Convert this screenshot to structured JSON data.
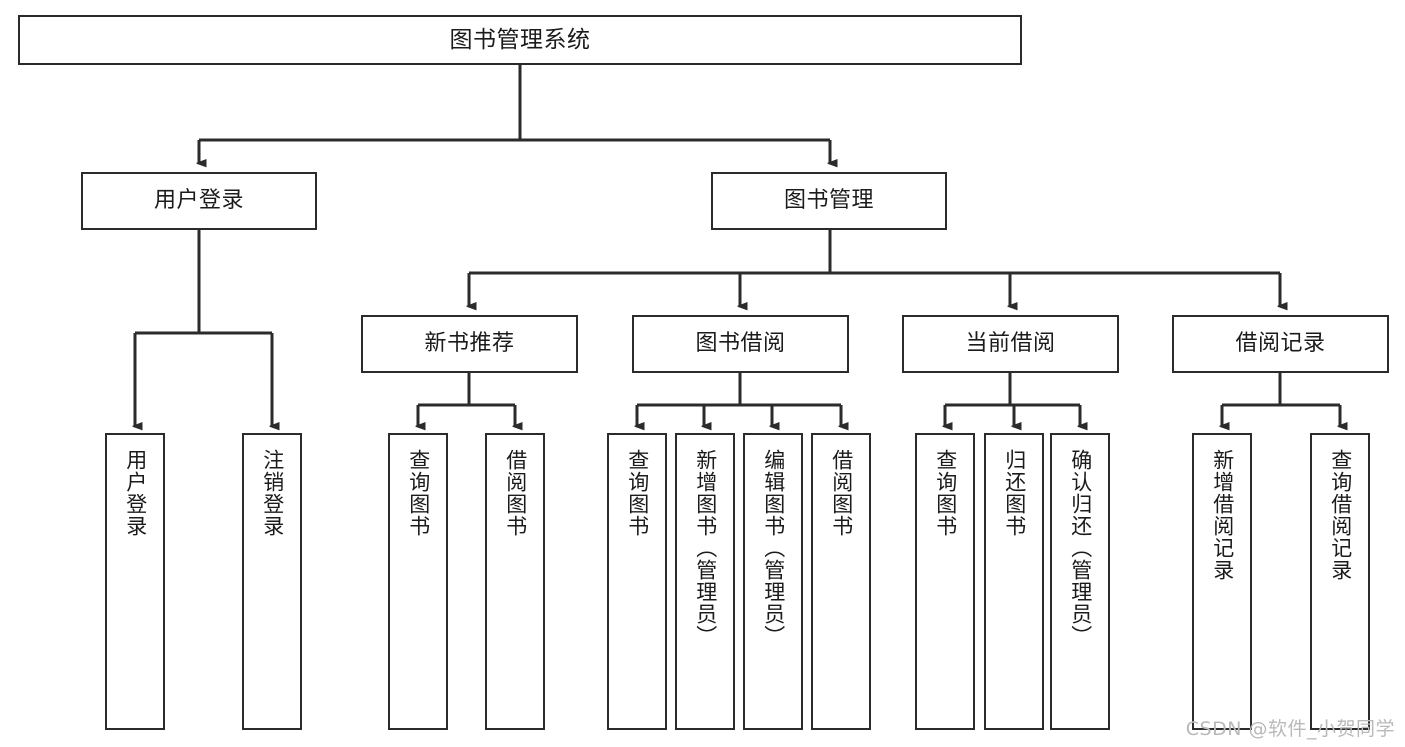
{
  "diagram": {
    "title": "图书管理系统",
    "type": "tree-hierarchy",
    "watermark": "CSDN @软件_小贺同学",
    "colors": {
      "background": "#ffffff",
      "box_border": "#2b2b2b",
      "box_fill": "#ffffff",
      "connector": "#2b2b2b",
      "text": "#1b1b1b",
      "watermark": "#b9b9b9"
    },
    "nodes": {
      "root": {
        "label": "图书管理系统"
      },
      "level2": [
        {
          "label": "用户登录"
        },
        {
          "label": "图书管理"
        }
      ],
      "level3": [
        {
          "label": "新书推荐"
        },
        {
          "label": "图书借阅"
        },
        {
          "label": "当前借阅"
        },
        {
          "label": "借阅记录"
        }
      ],
      "leaves_user_login": [
        {
          "label": "用户登录"
        },
        {
          "label": "注销登录"
        }
      ],
      "leaves_new_book": [
        {
          "label": "查询图书"
        },
        {
          "label": "借阅图书"
        }
      ],
      "leaves_borrow": [
        {
          "label": "查询图书"
        },
        {
          "label": "新增图书（管理员）"
        },
        {
          "label": "编辑图书（管理员）"
        },
        {
          "label": "借阅图书"
        }
      ],
      "leaves_current": [
        {
          "label": "查询图书"
        },
        {
          "label": "归还图书"
        },
        {
          "label": "确认归还（管理员）"
        }
      ],
      "leaves_record": [
        {
          "label": "新增借阅记录"
        },
        {
          "label": "查询借阅记录"
        }
      ]
    }
  }
}
